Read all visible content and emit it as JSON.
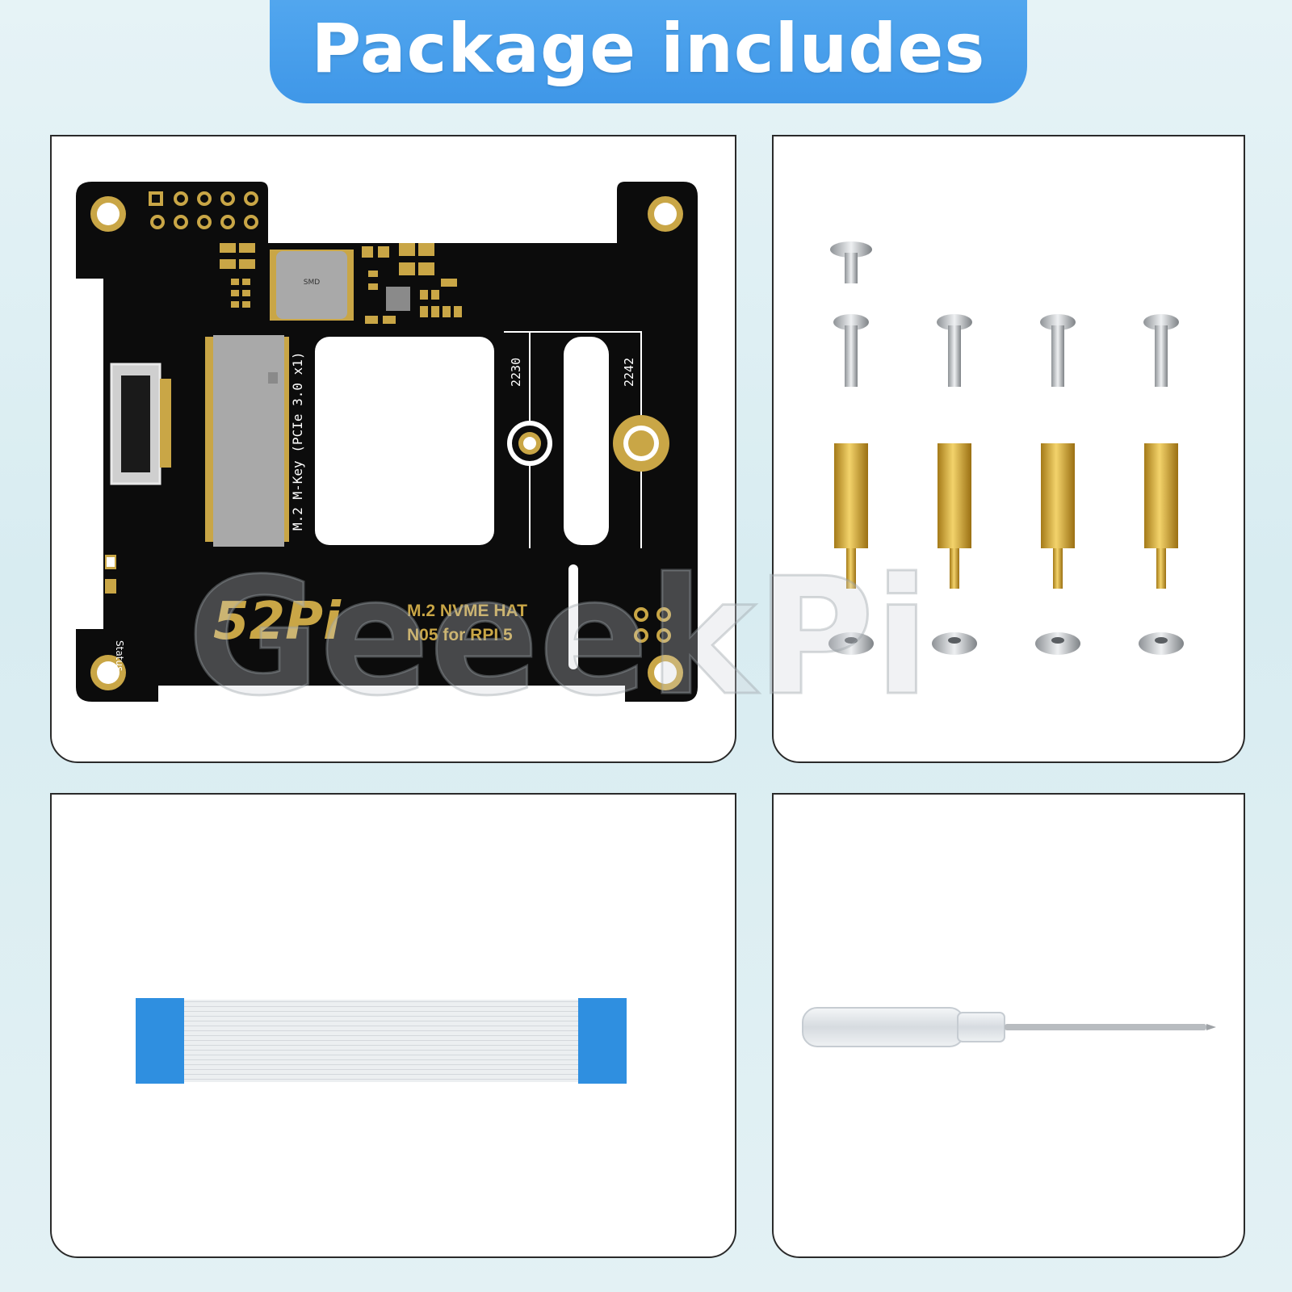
{
  "banner": {
    "title": "Package includes"
  },
  "board": {
    "smd_label": "SMD",
    "connector_label": "M.2 M-Key (PCIe 3.0 x1)",
    "size_2230": "2230",
    "size_2242": "2242",
    "status_label": "Status",
    "logo_text": "52Pi",
    "product_line1": "M.2 NVME HAT",
    "product_line2": "N05 for RPI 5"
  },
  "watermark": {
    "text": "GeeekPi"
  },
  "colors": {
    "banner_blue": "#46a0ec",
    "pcb_black": "#0c0c0c",
    "gold": "#c9a646",
    "cable_blue": "#2f8fe0"
  }
}
